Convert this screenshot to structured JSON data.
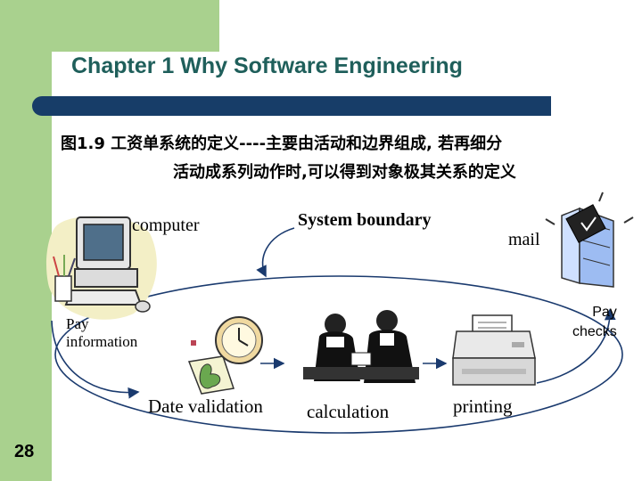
{
  "slide": {
    "title": "Chapter 1  Why Software Engineering",
    "bullet_line1": "图1.9 工资单系统的定义----主要由活动和边界组成, 若再细分",
    "bullet_line2": "活动成系列动作时,可以得到对象极其关系的定义",
    "page_number": "28"
  },
  "diagram": {
    "computer_label": "computer",
    "boundary_label": "System boundary",
    "mail_label": "mail",
    "pay_info_label_1": "Pay",
    "pay_info_label_2": "information",
    "pay_checks_label_1": "Pay",
    "pay_checks_label_2": "checks",
    "date_validation_label": "Date validation",
    "calculation_label": "calculation",
    "printing_label": "printing"
  },
  "colors": {
    "accent_green": "#a9d18e",
    "title_bar": "#173d68",
    "title_text": "#1f5f5b",
    "arrow": "#1a3a6e"
  },
  "icons": [
    "computer-clipart-icon",
    "mail-building-icon",
    "clock-calendar-icon",
    "meeting-people-icon",
    "printer-icon"
  ]
}
